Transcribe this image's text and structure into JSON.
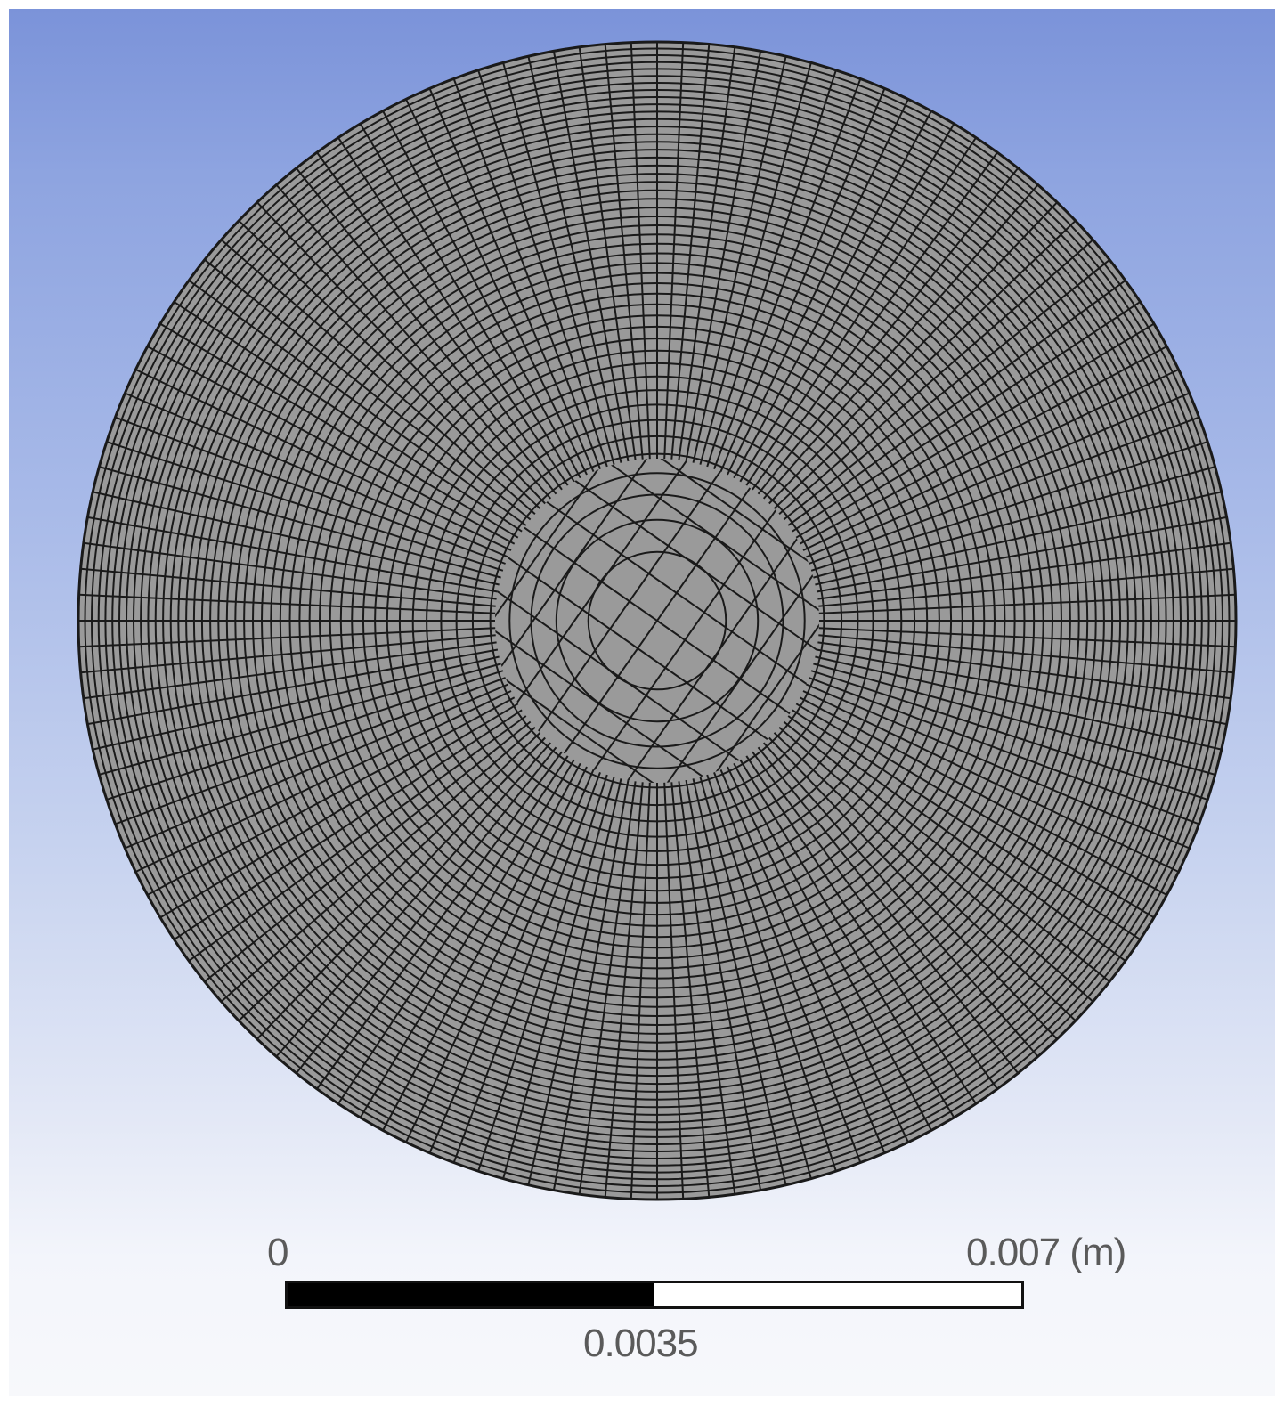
{
  "viewport": {
    "background_top": "#7b93d9",
    "background_bottom": "#f7f8fb"
  },
  "mesh": {
    "face_color": "#9a9a9a",
    "edge_color": "#1a1a1a",
    "element_shape": "quadrilateral",
    "geometry": "circular cross-section",
    "radial_divisions": 48,
    "circumferential_divisions": 140,
    "icon": "mesh-circle"
  },
  "scale": {
    "min_label": "0",
    "mid_label": "0.0035",
    "max_label": "0.007 (m)",
    "fill_fraction": 0.5,
    "fill_color": "#000000",
    "empty_color": "#ffffff"
  }
}
